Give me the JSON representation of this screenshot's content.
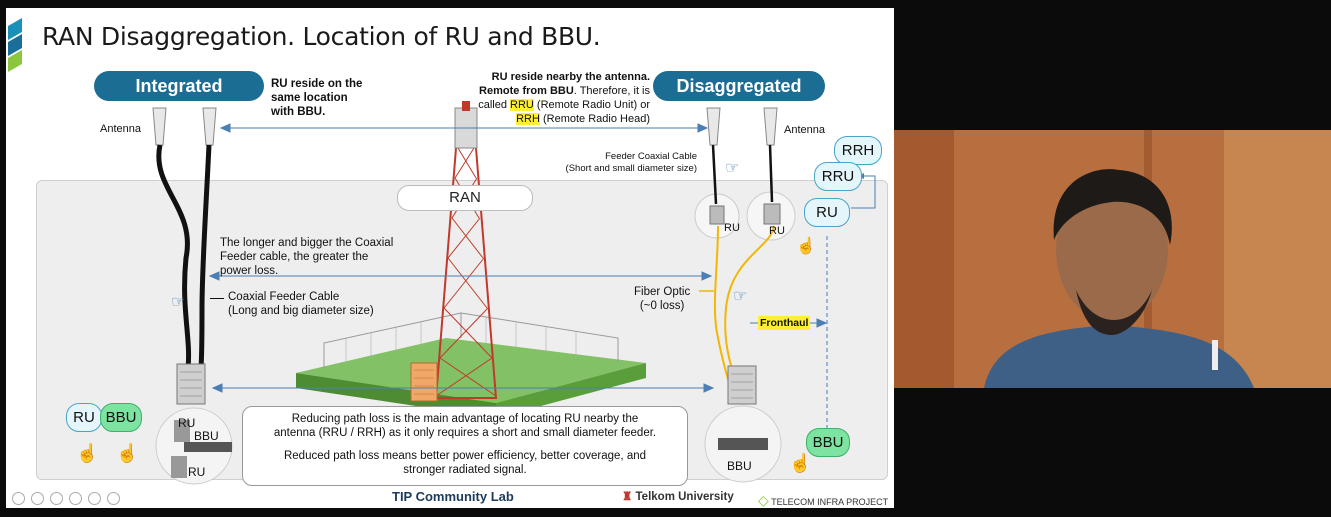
{
  "slide": {
    "title": "RAN Disaggregation. Location of RU and BBU.",
    "integrated_label": "Integrated",
    "disaggregated_label": "Disaggregated",
    "integrated_note": [
      "RU reside on the",
      "same location",
      "with BBU."
    ],
    "disagg_note_line1": "RU reside nearby the antenna.",
    "disagg_note_line2_bold": "Remote from BBU",
    "disagg_note_line2_rest": ". Therefore, it is",
    "disagg_note_line3_pre": "called ",
    "disagg_note_rru": "RRU",
    "disagg_note_line3_post": " (Remote Radio Unit) or",
    "disagg_note_rrh": "RRH",
    "disagg_note_line4_post": " (Remote Radio Head)",
    "antenna_left": "Antenna",
    "antenna_right": "Antenna",
    "ran_label": "RAN",
    "coax_loss_note": [
      "The longer and bigger the Coaxial",
      "Feeder cable, the greater the",
      "power loss."
    ],
    "coax_feeder_label": [
      "Coaxial Feeder Cable",
      "(Long and big diameter size)"
    ],
    "feeder_coax_right": [
      "Feeder Coaxial Cable",
      "(Short and small diameter size)"
    ],
    "fiber_optic": [
      "Fiber Optic",
      "(~0 loss)"
    ],
    "fronthaul": "Fronthaul",
    "ru_tag_1": "RU",
    "ru_tag_2": "RU",
    "rrh": "RRH",
    "rru": "RRU",
    "ru_box": "RU",
    "bbu_right_box": "BBU",
    "bbu_right_label": "BBU",
    "ru_left_bubble": "RU",
    "bbu_left_bubble": "BBU",
    "integrated_stack": [
      "RU",
      "BBU",
      "RU"
    ],
    "info_text_1": [
      "Reducing path loss is the main advantage of locating RU nearby the",
      "antenna (RRU / RRH) as it only requires a short and small diameter feeder."
    ],
    "info_text_2": [
      "Reduced path loss means better power efficiency, better coverage, and",
      "stronger radiated signal."
    ],
    "footer_center": "TIP Community Lab",
    "footer_telkom": "Telkom University",
    "footer_tip": "TELECOM INFRA PROJECT"
  },
  "colors": {
    "pill_blue": "#1c6d94",
    "highlight_yellow": "#ffee33",
    "fiber_yellow": "#f2b705",
    "ru_green": "#7de3a0",
    "ru_box_blue": "#e4f6fb"
  },
  "icons": [
    "hand-pointer-icon",
    "tower-icon",
    "antenna-icon",
    "server-rack-icon"
  ]
}
